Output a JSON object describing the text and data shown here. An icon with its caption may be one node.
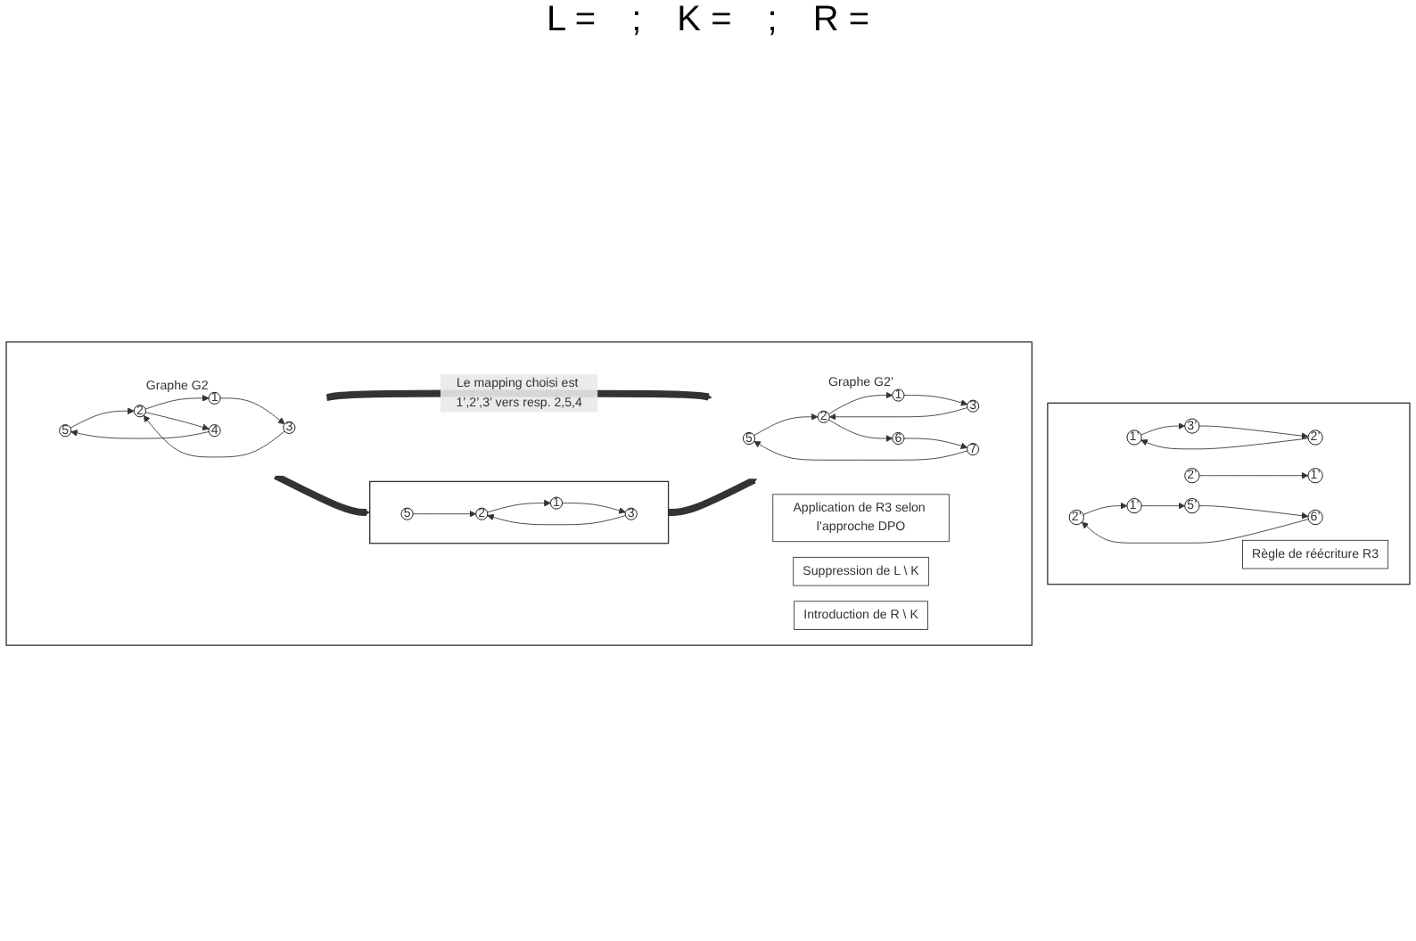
{
  "diagram": {
    "nodes": [
      {
        "text": [],
        "shape": "box"
      },
      {
        "text": [
          "1’"
        ],
        "in": 0
      },
      {
        "text": [
          "2’"
        ],
        "in": 0
      },
      {
        "text": [
          "3’"
        ],
        "in": 0
      },
      {
        "text": [
          "1’"
        ],
        "in": 0
      },
      {
        "text": [
          "2’"
        ],
        "in": 0
      },
      {
        "text": [
          "2’"
        ],
        "in": 0
      },
      {
        "text": [
          "1’"
        ],
        "in": 0
      },
      {
        "text": [
          "6’"
        ],
        "in": 0
      },
      {
        "text": [
          "5’"
        ],
        "in": 0
      },
      {
        "text": [
          "Règle de réécriture R3"
        ],
        "in": 0
      },
      {
        "text": [],
        "shape": "box"
      },
      {
        "text": [
          "Graphe G2"
        ],
        "in": 11
      },
      {
        "text": [
          "5"
        ],
        "in": 12
      },
      {
        "text": [
          "2"
        ],
        "in": 12
      },
      {
        "text": [
          "1"
        ],
        "in": 12
      },
      {
        "text": [
          "4"
        ],
        "in": 12
      },
      {
        "text": [
          "3"
        ],
        "in": 12
      },
      {
        "text": [
          "Application de R3 selon l’approche DPO"
        ],
        "in": 11
      },
      {
        "text": [
          "Graphe G2’"
        ],
        "in": 11
      },
      {
        "text": [
          "5"
        ],
        "in": 19
      },
      {
        "text": [
          "2"
        ],
        "in": 19
      },
      {
        "text": [
          "7"
        ],
        "in": 19
      },
      {
        "text": [
          "1"
        ],
        "in": 19
      },
      {
        "text": [
          "6"
        ],
        "in": 19
      },
      {
        "text": [
          "3"
        ],
        "in": 19
      },
      {
        "text": [
          "Suppression de L \\ K"
        ],
        "in": 11
      },
      {
        "text": [],
        "shape": "box",
        "in": 11
      },
      {
        "text": [
          "5"
        ],
        "in": 27
      },
      {
        "text": [
          "2"
        ],
        "in": 27
      },
      {
        "text": [
          "1"
        ],
        "in": 27
      },
      {
        "text": [
          "3"
        ],
        "in": 27
      },
      {
        "text": [
          "Introduction de R \\ K"
        ],
        "in": 11
      }
    ],
    "edges": [
      {
        "from": 2,
        "to": 1,
        "arrow": "to"
      },
      {
        "from": 1,
        "to": 3,
        "arrow": "to"
      },
      {
        "from": 3,
        "to": 2,
        "arrow": "to"
      },
      {
        "from": 5,
        "to": 4,
        "arrow": "to"
      },
      {
        "from": 6,
        "to": 7,
        "arrow": "to"
      },
      {
        "from": 7,
        "to": 9,
        "arrow": "to"
      },
      {
        "from": 9,
        "to": 8,
        "arrow": "to"
      },
      {
        "from": 8,
        "to": 6,
        "arrow": "to"
      },
      {
        "from": 13,
        "to": 14,
        "arrow": "to"
      },
      {
        "from": 14,
        "to": 15,
        "arrow": "to"
      },
      {
        "from": 15,
        "to": 17,
        "arrow": "to"
      },
      {
        "from": 17,
        "to": 14,
        "arrow": "to"
      },
      {
        "from": 14,
        "to": 16,
        "arrow": "to"
      },
      {
        "from": 16,
        "to": 13,
        "arrow": "to"
      },
      {
        "from": 20,
        "to": 21,
        "arrow": "to"
      },
      {
        "from": 21,
        "to": 23,
        "arrow": "to"
      },
      {
        "from": 23,
        "to": 25,
        "arrow": "to"
      },
      {
        "from": 25,
        "to": 21,
        "arrow": "to"
      },
      {
        "from": 21,
        "to": 24,
        "arrow": "to"
      },
      {
        "from": 24,
        "to": 22,
        "arrow": "to"
      },
      {
        "from": 22,
        "to": 20,
        "arrow": "to"
      },
      {
        "from": 28,
        "to": 29,
        "arrow": "to"
      },
      {
        "from": 29,
        "to": 30,
        "arrow": "to"
      },
      {
        "from": 30,
        "to": 31,
        "arrow": "to"
      },
      {
        "from": 31,
        "to": 29,
        "arrow": "to"
      },
      {
        "from": 12,
        "to": 19,
        "arrow": "to",
        "style": "thick",
        "label": "Le mapping choisi est 1’,2’,3’ vers resp. 2,5,4"
      },
      {
        "from": 12,
        "to": 27,
        "arrow": "to",
        "style": "thick"
      },
      {
        "from": 27,
        "to": 19,
        "arrow": "to",
        "style": "thick"
      }
    ],
    "labels": [
      "L =",
      ";",
      "K =",
      ";",
      "R ="
    ]
  }
}
